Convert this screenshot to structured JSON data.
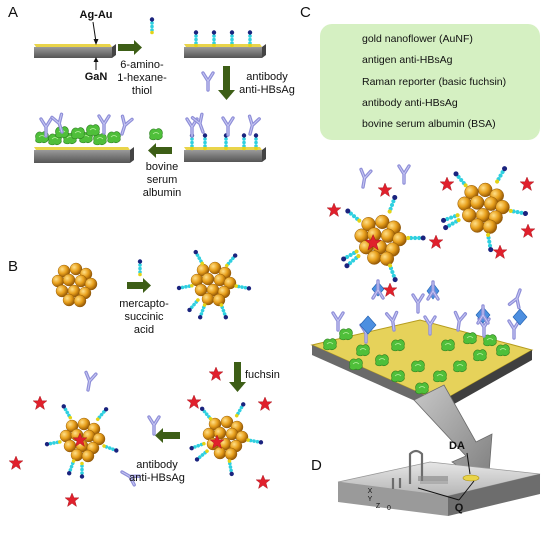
{
  "panels": {
    "a": "A",
    "b": "B",
    "c": "C",
    "d": "D"
  },
  "panel_a": {
    "layer_top": "Ag-Au",
    "layer_bottom": "GaN",
    "step1": [
      "6-amino-",
      "1-hexane-",
      "thiol"
    ],
    "step2": [
      "antibody",
      "anti-HBsAg"
    ],
    "step3": [
      "bovine",
      "serum",
      "albumin"
    ]
  },
  "panel_b": {
    "step1": [
      "mercapto-",
      "succinic",
      "acid"
    ],
    "step2": "fuchsin",
    "step3": [
      "antibody",
      "anti-HBsAg"
    ]
  },
  "legend": [
    {
      "icon": "gold-nanoflower",
      "label": "gold nanoflower (AuNF)"
    },
    {
      "icon": "antigen",
      "label": "antigen anti-HBsAg"
    },
    {
      "icon": "raman-reporter",
      "label": "Raman reporter (basic fuchsin)"
    },
    {
      "icon": "antibody",
      "label": "antibody anti-HBsAg"
    },
    {
      "icon": "bsa",
      "label": "bovine serum albumin (BSA)"
    }
  ],
  "panel_d": {
    "da": "DA",
    "q": "Q",
    "axes": [
      "X",
      "Y",
      "Z",
      "0"
    ]
  },
  "colors": {
    "gold": "#e8a01c",
    "antibody": "#8f8fd8",
    "star": "#e0202c",
    "bsa": "#4fbf3a",
    "arrow": "#3d5e16",
    "legend_bg": "#d5f0c2",
    "linker": "#2fd0e0"
  }
}
